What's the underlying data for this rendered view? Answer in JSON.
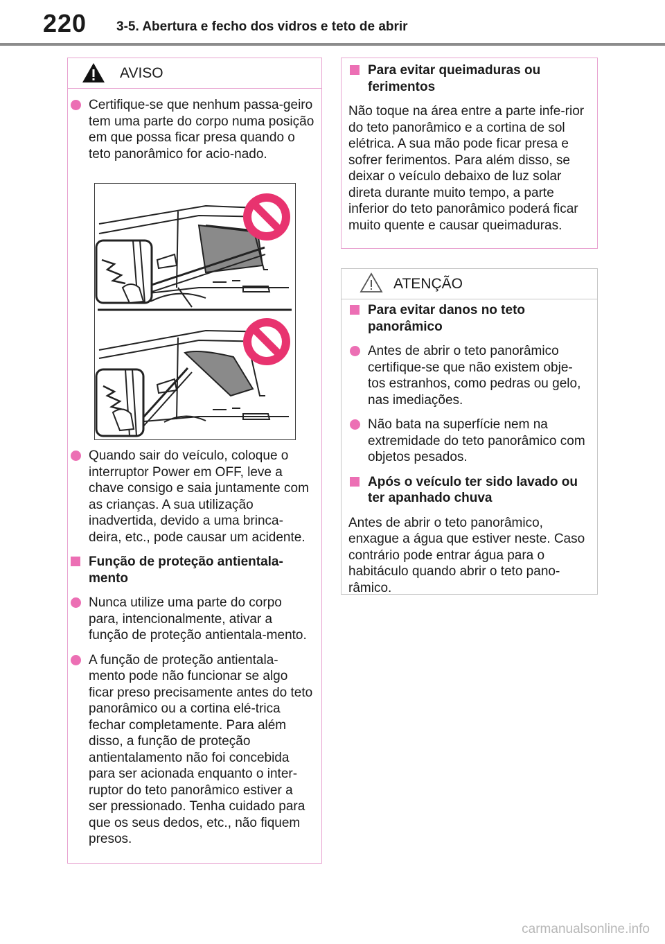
{
  "header": {
    "page_number": "220",
    "section_title": "3-5. Abertura e fecho dos vidros e teto de abrir"
  },
  "aviso": {
    "heading": "AVISO",
    "item1": "Certifique-se que nenhum passa-geiro tem uma parte do corpo numa posição em que possa ficar presa quando o teto panorâmico for acio-nado.",
    "item2": "Quando sair do veículo, coloque o interruptor Power em OFF, leve a chave consigo e saia juntamente com as crianças. A sua utilização inadvertida, devido a uma brinca-deira, etc., pode causar um acidente.",
    "subheading1": "Função de proteção antientala-mento",
    "item3": "Nunca utilize uma parte do corpo para, intencionalmente, ativar a função de proteção antientala-mento.",
    "item4": "A função de proteção antientala-mento pode não funcionar se algo ficar preso precisamente antes do teto panorâmico ou a cortina elé-trica fechar completamente. Para além disso, a função de proteção antientalamento não foi concebida para ser acionada enquanto o inter-ruptor do teto panorâmico estiver a ser pressionado. Tenha cuidado para que os seus dedos, etc., não fiquem presos."
  },
  "burns": {
    "subheading": "Para evitar queimaduras ou ferimentos",
    "text": "Não toque na área entre a parte infe-rior do teto panorâmico e a cortina de sol elétrica. A sua mão pode ficar presa e sofrer ferimentos. Para além disso, se deixar o veículo debaixo de luz solar direta durante muito tempo, a parte inferior do teto panorâmico poderá ficar muito quente e causar queimaduras."
  },
  "atencao": {
    "heading": "ATENÇÃO",
    "subheading1": "Para evitar danos no teto panorâmico",
    "item1": "Antes de abrir o teto panorâmico certifique-se que não existem obje-tos estranhos, como pedras ou gelo, nas imediações.",
    "item2": "Não bata na superfície nem na extremidade do teto panorâmico com objetos pesados.",
    "subheading2": "Após o veículo ter sido lavado ou ter apanhado chuva",
    "text": "Antes de abrir o teto panorâmico, enxague a água que estiver neste. Caso contrário pode entrar água para o habitáculo quando abrir o teto pano-râmico."
  },
  "watermark": "carmanualsonline.info",
  "colors": {
    "accent_pink": "#ec6fb4",
    "border_pink": "#e8a3d0",
    "prohibition_red": "#e8336f",
    "header_rule": "#8c8c8c"
  }
}
